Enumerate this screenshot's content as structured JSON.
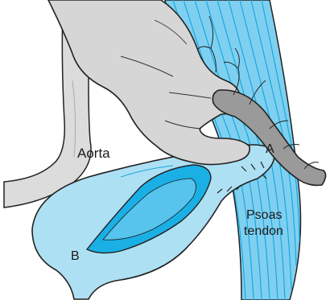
{
  "labels": {
    "aorta": "Aorta",
    "a": "A",
    "b": "B",
    "psoas_line1": "Psoas",
    "psoas_line2": "tendon"
  },
  "colors": {
    "bladder_fill": "#aee0f4",
    "bladder_dark": "#1ab0e6",
    "muscle_fill": "#7fd0f0",
    "muscle_stripe": "#19a8e0",
    "vessel_fill": "#dcdcdc",
    "hand_fill": "#d6d6d6",
    "ureter_fill": "#9a9a9a",
    "outline": "#222222"
  },
  "icons": {
    "hand": "hand-illustration",
    "ureter": "ureter-illustration",
    "psoas_muscle": "psoas-muscle-illustration",
    "bladder": "bladder-illustration",
    "vessels": "iliac-vessels-illustration",
    "sutures": "suture-stitches"
  }
}
